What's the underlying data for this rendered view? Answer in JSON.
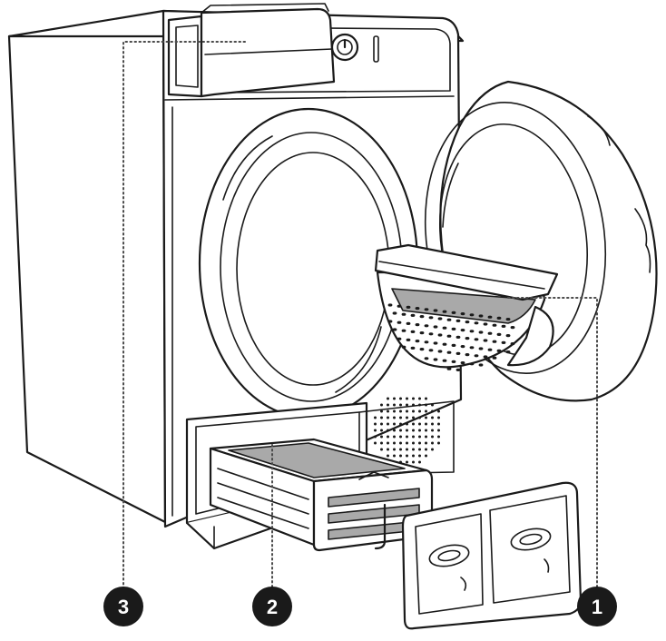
{
  "callouts": [
    {
      "label": "1",
      "part": "filter-in-door"
    },
    {
      "label": "2",
      "part": "condenser-unit"
    },
    {
      "label": "3",
      "part": "water-container"
    }
  ],
  "colors": {
    "outline": "#1a1a1a",
    "callout_fill": "#1a1a1a",
    "highlight_grey": "#a9a9a9",
    "leader": "#4a4a4a"
  }
}
